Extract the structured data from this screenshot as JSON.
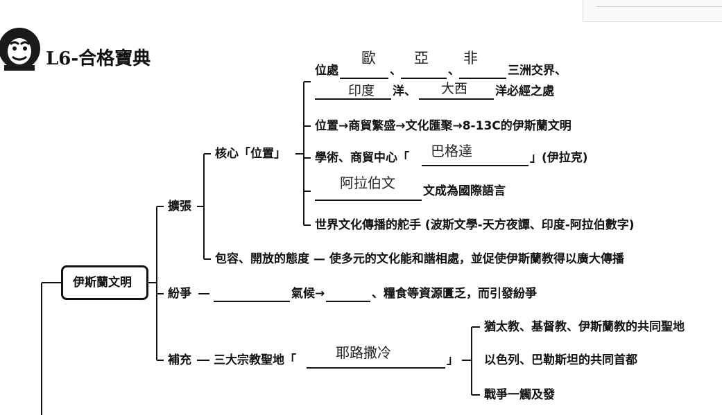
{
  "logo": {
    "icon": "daruma-icon",
    "title": "L6-合格寶典"
  },
  "root": {
    "label": "伊斯蘭文明"
  },
  "branches": {
    "expand": {
      "label": "擴張",
      "core": {
        "label": "核心「位置」",
        "location": {
          "prefix": "位處",
          "sep1": "、",
          "sep2": "、",
          "suffix": "三洲交界、",
          "answers": [
            "歐",
            "亞",
            "非"
          ],
          "ocean_sep": "洋、",
          "ocean_suffix": "洋必經之處",
          "ocean_answers": [
            "印度",
            "大西"
          ]
        },
        "chain": "位置→商貿繁盛→文化匯聚→8-13C的伊斯蘭文明",
        "center": {
          "prefix": "學術、商貿中心「",
          "suffix": "」(伊拉克)",
          "answer": "巴格達"
        },
        "language": {
          "suffix": "文成為國際語言",
          "answer": "阿拉伯文"
        },
        "spread": "世界文化傳播的舵手 (波斯文學-天方夜譚、印度-阿拉伯數字)"
      },
      "tolerance": "包容、開放的態度 — 使多元的文化能和諧相處，並促使伊斯蘭教得以廣大傳播"
    },
    "conflict": {
      "label": "紛爭",
      "mid": "氣候→",
      "suffix": "、糧食等資源匱乏，而引發紛爭"
    },
    "supplement": {
      "label": "補充",
      "prefix": "三大宗教聖地「",
      "suffix": "」",
      "answer": "耶路撒冷",
      "notes": [
        "猶太教、基督教、伊斯蘭教的共同聖地",
        "以色列、巴勒斯坦的共同首都",
        "戰爭一觸及發"
      ]
    }
  }
}
